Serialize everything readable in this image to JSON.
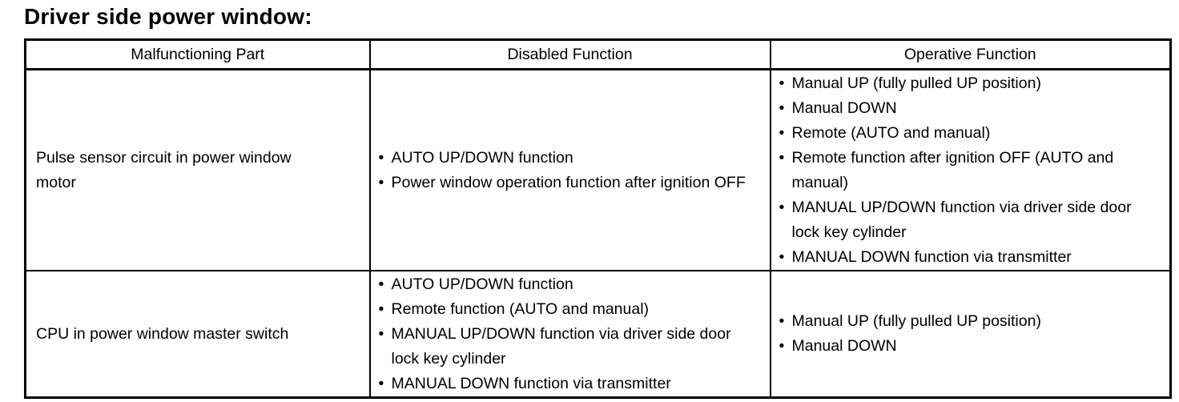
{
  "title": "Driver side power window:",
  "glyphs": {
    "bullet": "•"
  },
  "table": {
    "headers": [
      "Malfunctioning Part",
      "Disabled Function",
      "Operative Function"
    ],
    "rows": [
      {
        "part": "Pulse sensor circuit in power window motor",
        "disabled": [
          "AUTO UP/DOWN function",
          "Power window operation function after ignition OFF"
        ],
        "operative": [
          "Manual UP (fully pulled UP position)",
          "Manual DOWN",
          "Remote (AUTO and manual)",
          "Remote function after ignition OFF (AUTO and manual)",
          "MANUAL UP/DOWN function via driver side door lock key cylinder",
          "MANUAL DOWN function via transmitter"
        ]
      },
      {
        "part": "CPU in power window master switch",
        "disabled": [
          "AUTO UP/DOWN function",
          "Remote function (AUTO and manual)",
          "MANUAL UP/DOWN function via driver side door lock key cylinder",
          "MANUAL DOWN function via transmitter"
        ],
        "operative": [
          "Manual UP (fully pulled UP position)",
          "Manual DOWN"
        ]
      }
    ]
  }
}
